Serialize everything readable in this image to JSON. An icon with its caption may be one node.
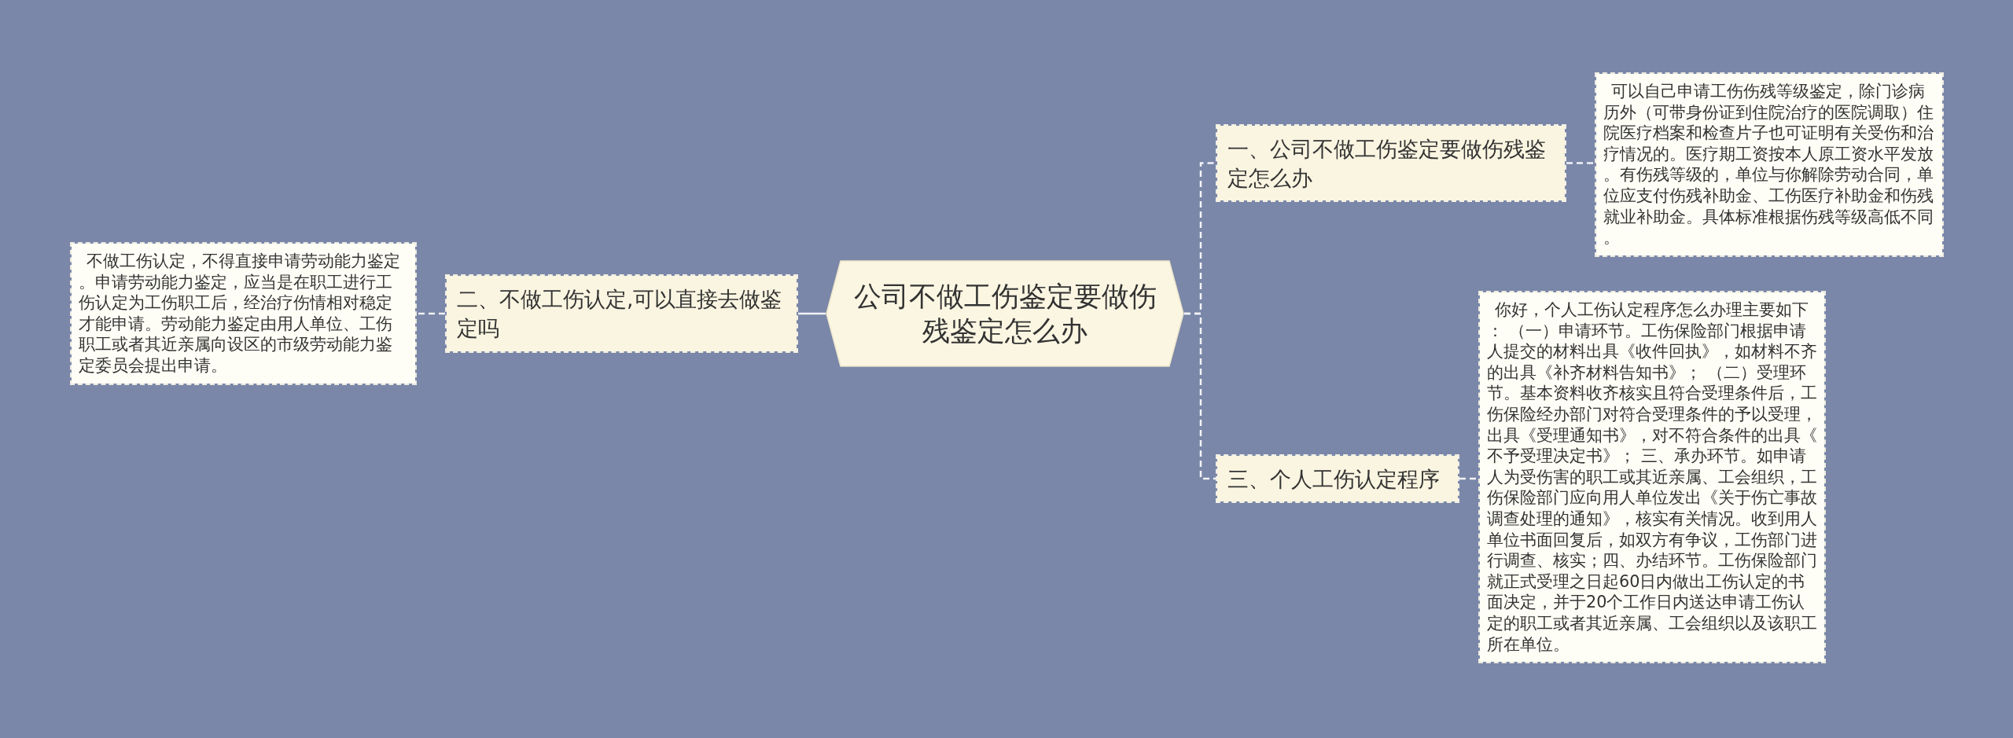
{
  "diagram": {
    "nodes": [
      {
        "text": [
          "公司不做工伤鉴定要做伤残鉴定怎么办"
        ]
      },
      {
        "text": [
          "一、公司不做工伤鉴定要做伤残鉴定怎么办"
        ]
      },
      {
        "text": [
          "可以自己申请工伤伤残等级鉴定，除门诊病历外（可带身份证到住院治疗的医院调取）住院医疗档案和检查片子也可证明有关受伤和治疗情况的。医疗期工资按本人原工资水平发放。有伤残等级的，单位与你解除劳动合同，单位应支付伤残补助金、工伤医疗补助金和伤残就业补助金。具体标准根据伤残等级高低不同。"
        ]
      },
      {
        "text": [
          "二、不做工伤认定,可以直接去做鉴定吗"
        ]
      },
      {
        "text": [
          "不做工伤认定，不得直接申请劳动能力鉴定。申请劳动能力鉴定，应当是在职工进行工伤认定为工伤职工后，经治疗伤情相对稳定才能申请。劳动能力鉴定由用人单位、工伤职工或者其近亲属向设区的市级劳动能力鉴定委员会提出申请。"
        ]
      },
      {
        "text": [
          "三、个人工伤认定程序"
        ]
      },
      {
        "text": [
          "你好，个人工伤认定程序怎么办理主要如下： （一）申请环节。工伤保险部门根据申请人提交的材料出具《收件回执》，如材料不齐的出具《补齐材料告知书》； （二）受理环节。基本资料收齐核实且符合受理条件后，工伤保险经办部门对符合受理条件的予以受理，出具《受理通知书》，对不符合条件的出具《不予受理决定书》； 三、承办环节。如申请人为受伤害的职工或其近亲属、工会组织，工伤保险部门应向用人单位发出《关于伤亡事故调查处理的通知》，核实有关情况。收到用人单位书面回复后，如双方有争议，工伤部门进行调查、核实；四、办结环节。工伤保险部门就正式受理之日起60日内做出工伤认定的书面决定，并于20个工作日内送达申请工伤认定的职工或者其近亲属、工会组织以及该职工所在单位。"
        ]
      }
    ],
    "edges": [
      {
        "from": 0,
        "to": 1,
        "arrow": "none",
        "style": "dashed"
      },
      {
        "from": 0,
        "to": 3,
        "arrow": "none"
      },
      {
        "from": 0,
        "to": 5,
        "arrow": "none",
        "style": "dashed"
      },
      {
        "from": 1,
        "to": 2,
        "arrow": "none",
        "style": "dashed"
      },
      {
        "from": 3,
        "to": 4,
        "arrow": "none",
        "style": "dashed"
      },
      {
        "from": 5,
        "to": 6,
        "arrow": "none",
        "style": "dashed"
      }
    ]
  }
}
